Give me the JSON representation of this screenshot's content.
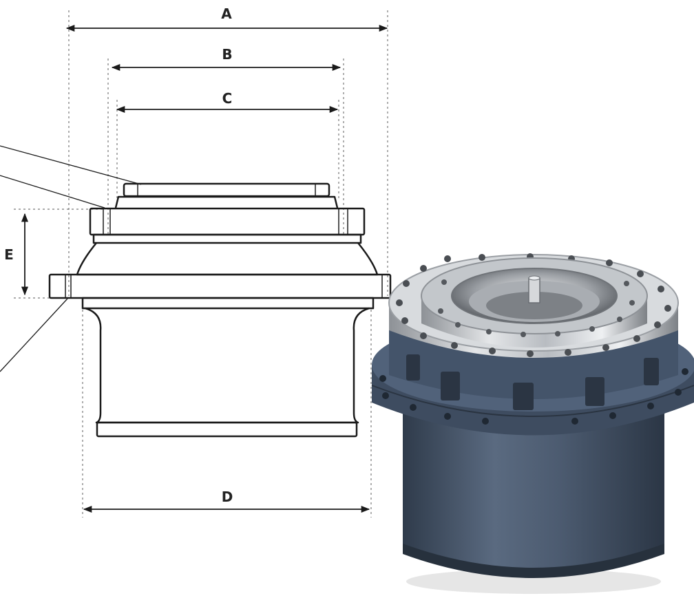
{
  "diagram": {
    "labels": {
      "a": "A",
      "b": "B",
      "c": "C",
      "d": "D",
      "e": "E"
    },
    "colors": {
      "line": "#1a1a1a",
      "dash": "#666666",
      "housing_blue": "#4a5a6e",
      "steel": "#c9ccd0"
    }
  }
}
